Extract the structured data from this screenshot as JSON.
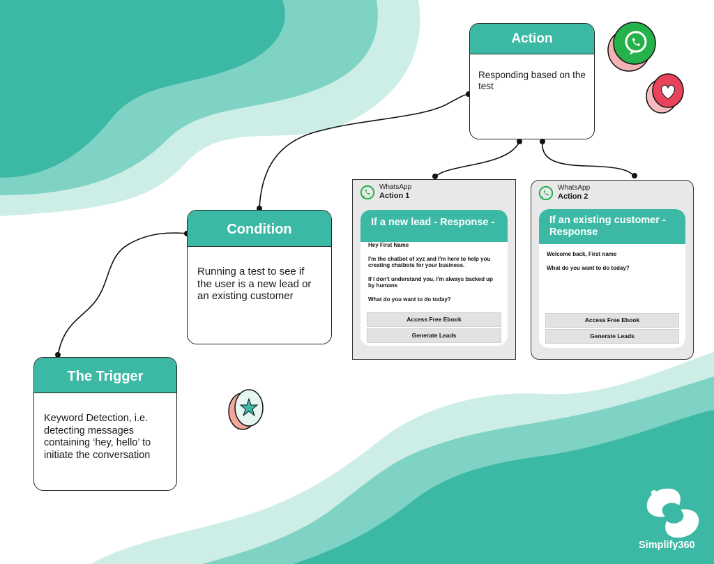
{
  "colors": {
    "teal": "#3cb9a5",
    "teal_mid": "#7fd3c4",
    "teal_light": "#cdeee7",
    "green": "#25b24a",
    "pink": "#e8435a",
    "outline": "#222222"
  },
  "action": {
    "title": "Action",
    "text": "Responding based on the test"
  },
  "condition": {
    "title": "Condition",
    "text": "Running a test to see if the user is a new lead or an existing customer"
  },
  "trigger": {
    "title": "The Trigger",
    "text": "Keyword Detection, i.e. detecting messages containing ‘hey, hello’ to initiate the conversation"
  },
  "action1": {
    "app": "WhatsApp",
    "label": "Action 1",
    "header": "If a new lead - Response -",
    "lines": [
      "Hey First Name",
      "I'm the chatbot of xyz and I'm here to help you creating chatbots for your business.",
      "If I don't understand you, I'm always backed up by humans",
      "What do you want to do today?"
    ],
    "buttons": [
      "Access Free Ebook",
      "Generate Leads"
    ]
  },
  "action2": {
    "app": "WhatsApp",
    "label": "Action 2",
    "header": "If an existing customer - Response",
    "lines": [
      "Welcome back, First name",
      "What do you want to do today?"
    ],
    "buttons": [
      "Access Free Ebook",
      "Generate Leads"
    ]
  },
  "brand": {
    "name": "Simplify360"
  },
  "icons": [
    "whatsapp-icon",
    "heart-icon",
    "star-icon",
    "simplify360-logo-icon"
  ]
}
